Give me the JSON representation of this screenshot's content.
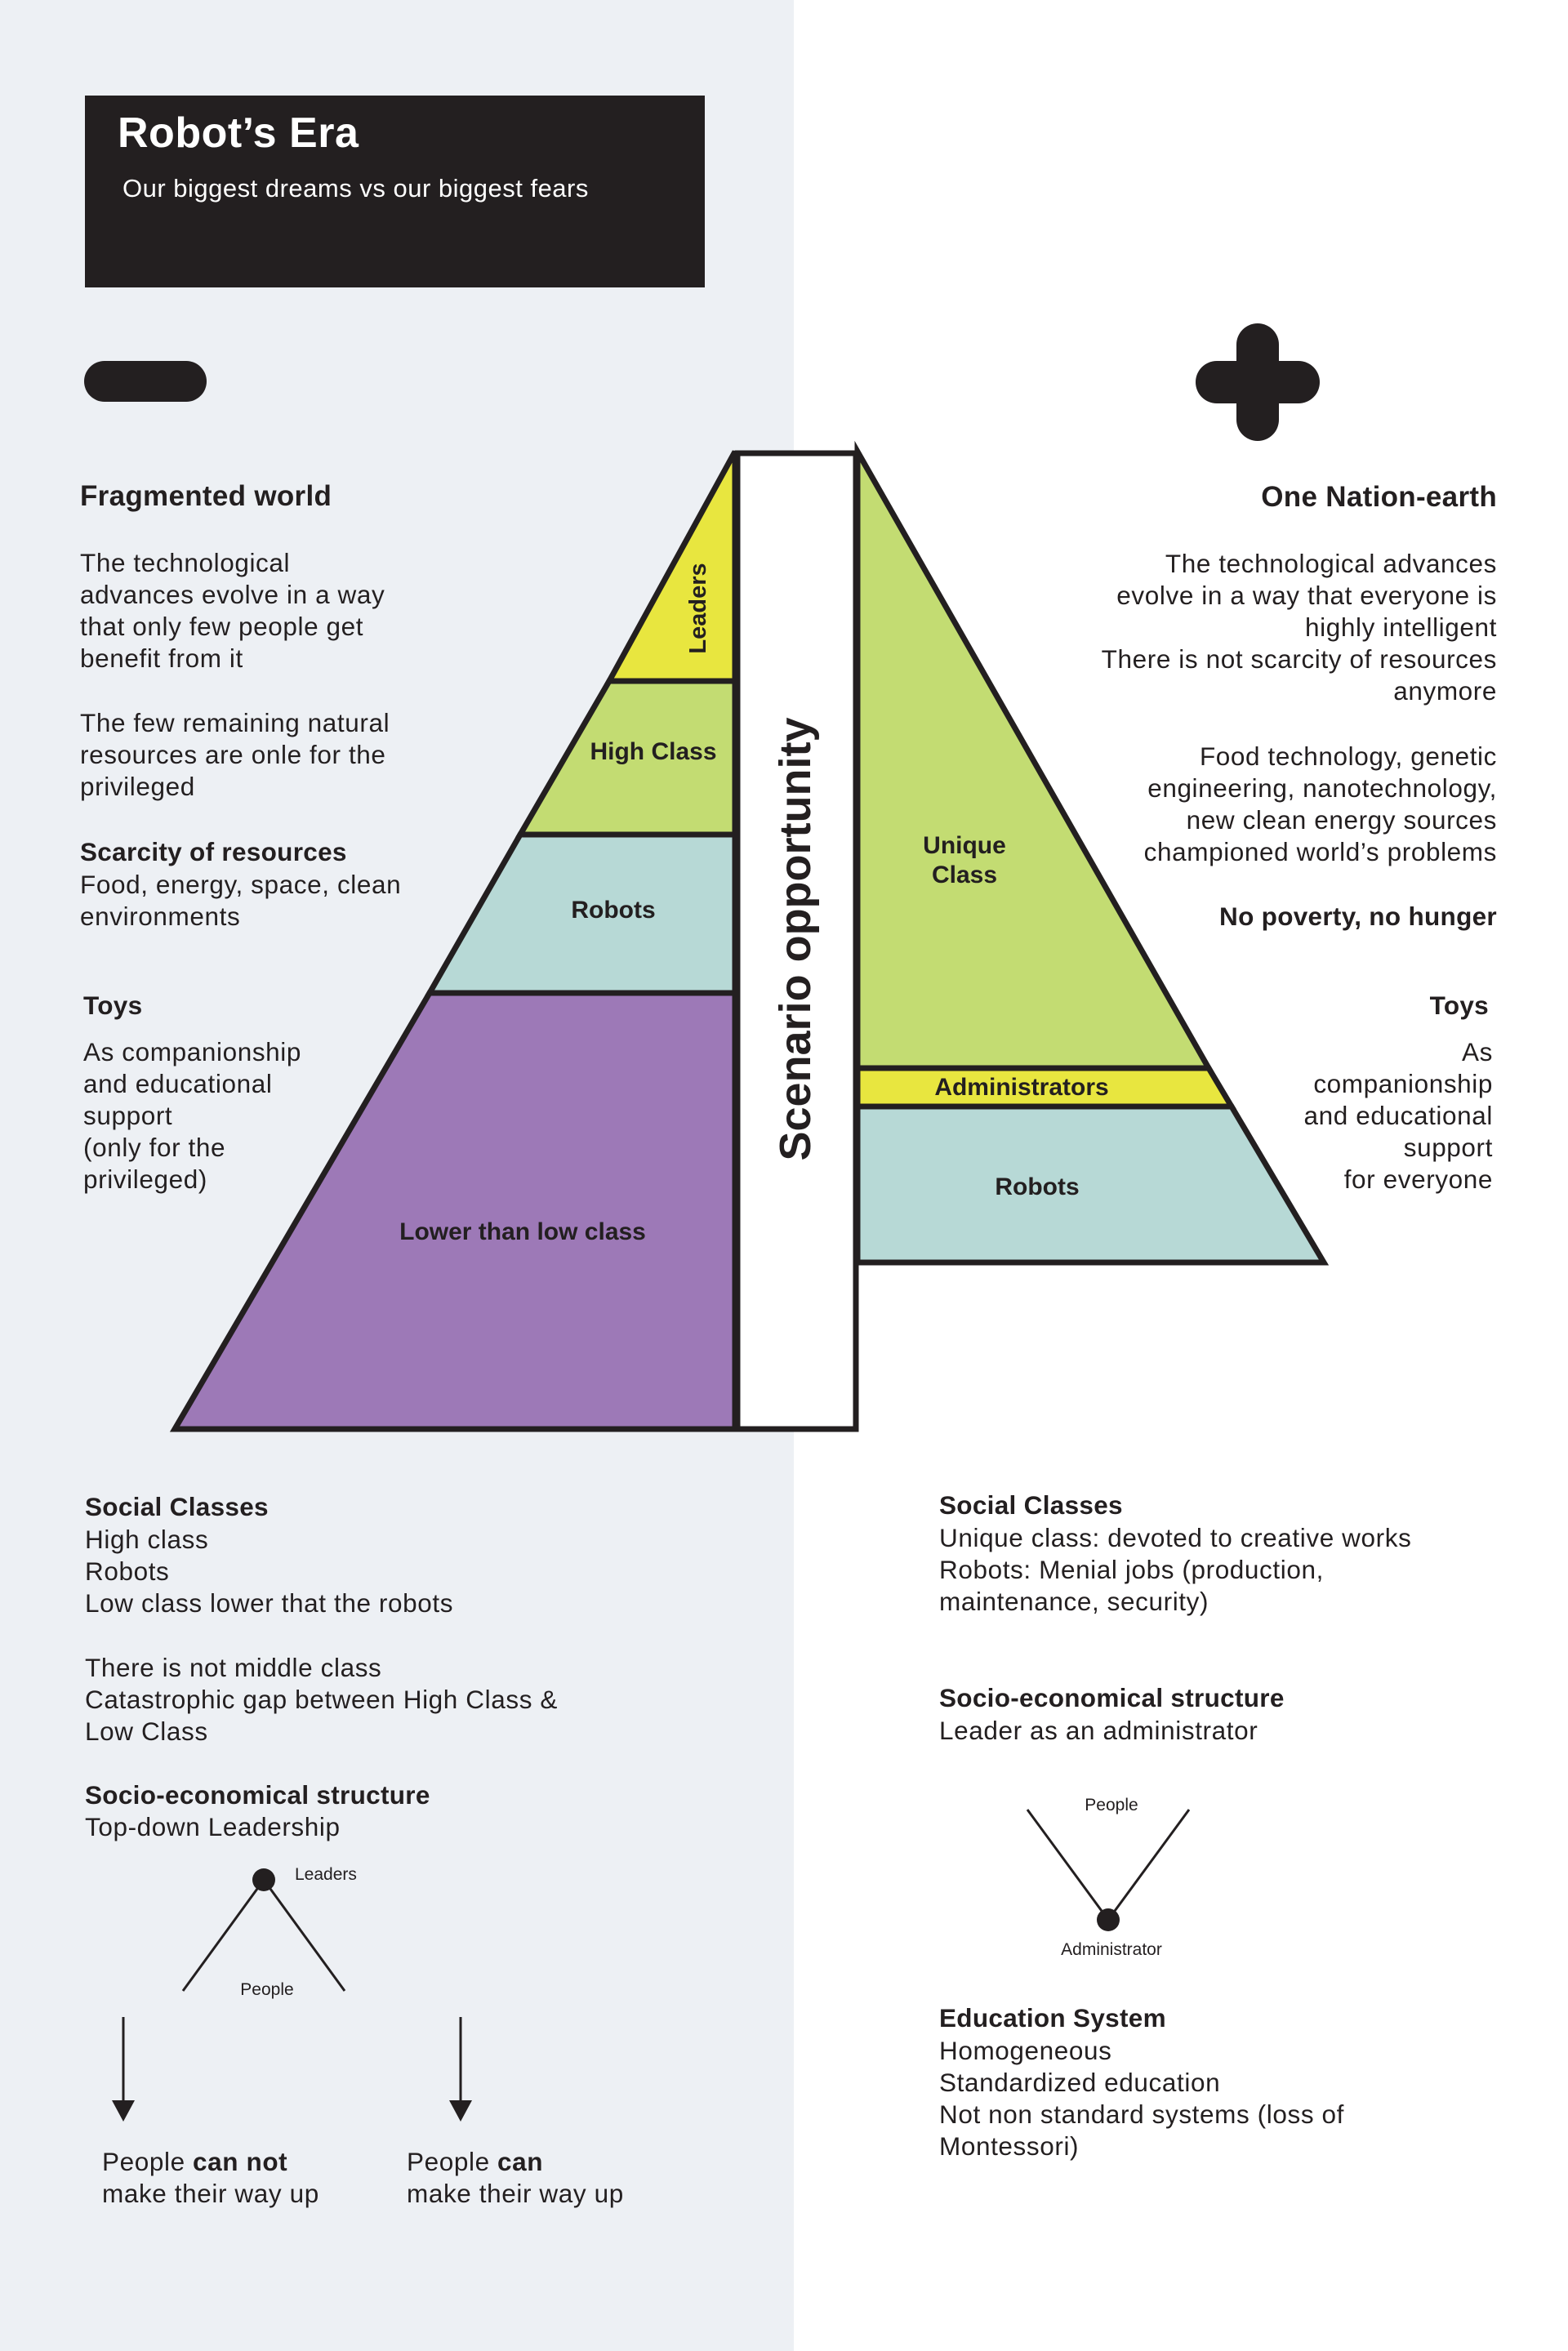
{
  "header": {
    "title": "Robot’s Era",
    "subtitle": "Our biggest dreams vs our biggest fears"
  },
  "icons": {
    "left": "minus-icon",
    "right": "plus-icon"
  },
  "center": {
    "banner": "Scenario opportunity"
  },
  "left": {
    "heading": "Fragmented world",
    "intro_lines": [
      "The technological",
      "advances evolve in a way",
      "that only few people get",
      "benefit from it"
    ],
    "resources_lines": [
      "The few remaining natural",
      "resources are onle for the",
      "privileged"
    ],
    "scarcity_title": "Scarcity of resources",
    "scarcity_lines": [
      "Food, energy, space, clean",
      "environments"
    ],
    "toys_title": "Toys",
    "toys_lines": [
      "As companionship",
      "and educational",
      "support",
      "(only for the",
      "privileged)"
    ],
    "pyramid": {
      "leaders": "Leaders",
      "high_class": "High Class",
      "robots": "Robots",
      "lower": "Lower than low class"
    },
    "social_title": "Social Classes",
    "social_lines": [
      "High class",
      "Robots",
      "Low class lower that the robots"
    ],
    "gap_lines": [
      "There is not middle class",
      "Catastrophic gap between High Class &",
      "Low Class"
    ],
    "socio_title": "Socio-economical structure",
    "socio_text": "Top-down Leadership",
    "tree_top": "Leaders",
    "tree_bottom": "People",
    "outcome_a": {
      "pre": "People ",
      "bold": "can not",
      "line2": "make their way up"
    },
    "outcome_b": {
      "pre": "People ",
      "bold": "can",
      "line2": "make their way up"
    }
  },
  "right": {
    "heading": "One Nation-earth",
    "intro_lines": [
      "The technological advances",
      "evolve in a way that everyone is",
      "highly intelligent",
      "There is not scarcity of resources",
      "anymore"
    ],
    "food_lines": [
      "Food technology, genetic",
      "engineering, nanotechnology,",
      "new clean energy sources",
      "championed world’s problems"
    ],
    "no_poverty": "No poverty, no hunger",
    "toys_title": "Toys",
    "toys_lines": [
      "As",
      "companionship",
      "and educational",
      "support",
      "for everyone"
    ],
    "pyramid": {
      "unique_line1": "Unique",
      "unique_line2": "Class",
      "administrators": "Administrators",
      "robots": "Robots"
    },
    "social_title": "Social Classes",
    "social_lines": [
      "Unique class: devoted to creative works",
      "Robots: Menial jobs (production,",
      "maintenance, security)"
    ],
    "socio_title": "Socio-economical structure",
    "socio_text": "Leader as an administrator",
    "tree_top": "People",
    "tree_bottom": "Administrator",
    "edu_title": "Education System",
    "edu_lines": [
      "Homogeneous",
      "Standardized education",
      "Not non standard systems (loss of",
      "Montessori)"
    ]
  },
  "colors": {
    "yellow": "#e8e63f",
    "green": "#c3dc72",
    "teal": "#b7d9d6",
    "purple": "#9d79b7",
    "dark": "#231f20",
    "left_panel": "#edf0f4"
  }
}
